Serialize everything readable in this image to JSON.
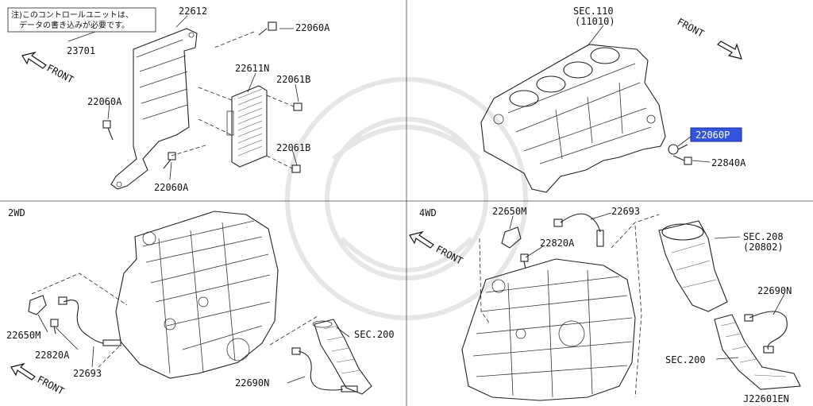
{
  "note": {
    "line1": "注)このコントロールユニットは、",
    "line2": "データの書き込みが必要です。"
  },
  "panels": {
    "p3_tag": "2WD",
    "p4_tag": "4WD"
  },
  "labels": {
    "p1_22612": "22612",
    "p1_23701": "23701",
    "p1_22060A_top": "22060A",
    "p1_22611N": "22611N",
    "p1_22061B_top": "22061B",
    "p1_22060A_left": "22060A",
    "p1_22061B_bottom": "22061B",
    "p1_22060A_bottom": "22060A",
    "p1_front": "FRONT",
    "p2_sec110": "SEC.110",
    "p2_sec110_ref": "(11010)",
    "p2_front": "FRONT",
    "p2_22060P": "22060P",
    "p2_22840A": "22840A",
    "p3_22650M": "22650M",
    "p3_22820A": "22820A",
    "p3_22693": "22693",
    "p3_front": "FRONT",
    "p3_sec200": "SEC.200",
    "p3_22690N": "22690N",
    "p4_22650M": "22650M",
    "p4_22693": "22693",
    "p4_22820A": "22820A",
    "p4_front": "FRONT",
    "p4_sec208": "SEC.208",
    "p4_sec208_ref": "(20802)",
    "p4_22690N": "22690N",
    "p4_sec200": "SEC.200",
    "diagram_id": "J22601EN"
  },
  "colors": {
    "highlight": "#3355dd",
    "line": "#222222"
  }
}
